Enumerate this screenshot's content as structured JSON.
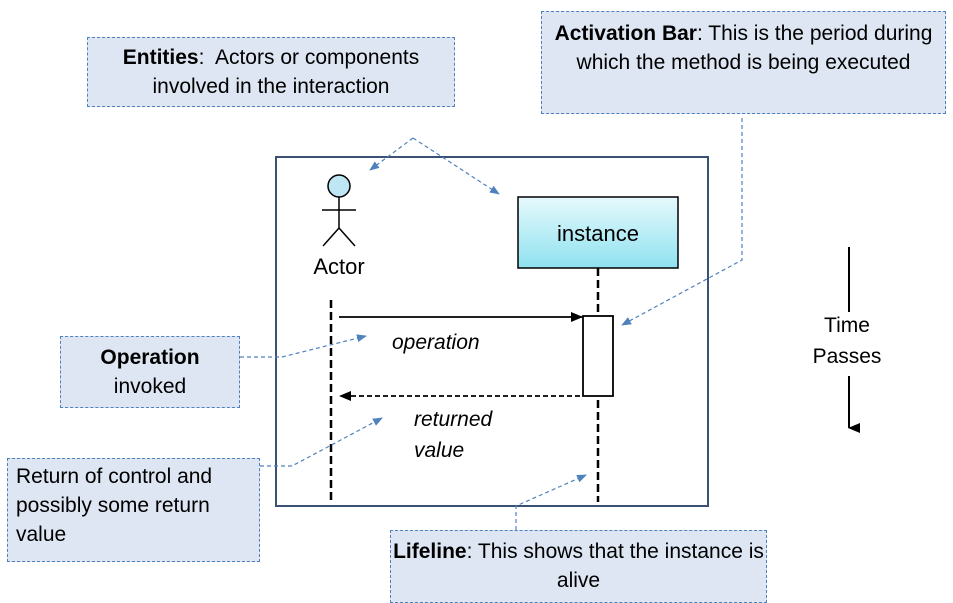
{
  "callouts": {
    "entities": {
      "title": "Entities",
      "sep": ":",
      "body": "Actors or components involved in the interaction"
    },
    "activation": {
      "title": "Activation Bar",
      "sep": ":",
      "body": "This is the period during which the method is being executed"
    },
    "operation": {
      "title": "Operation",
      "body": "invoked"
    },
    "return": {
      "body_line1": "Return of control and",
      "body_line2": "possibly some return",
      "body_line3": "value"
    },
    "lifeline": {
      "title": "Lifeline",
      "sep": ":",
      "body": "This shows that the instance is alive"
    }
  },
  "diagram": {
    "actor_label": "Actor",
    "instance_label": "instance",
    "operation_label": "operation",
    "returned_label_line1": "returned",
    "returned_label_line2": "value"
  },
  "time": {
    "line1": "Time",
    "line2": "Passes"
  },
  "colors": {
    "callout_fill": "#dde6f2",
    "callout_border": "#4f81bd",
    "frame_border": "#3a5173",
    "instance_fill_top": "#e6f9fc",
    "instance_fill_bottom": "#8fe2f0",
    "actor_head": "#bfe6f5"
  }
}
